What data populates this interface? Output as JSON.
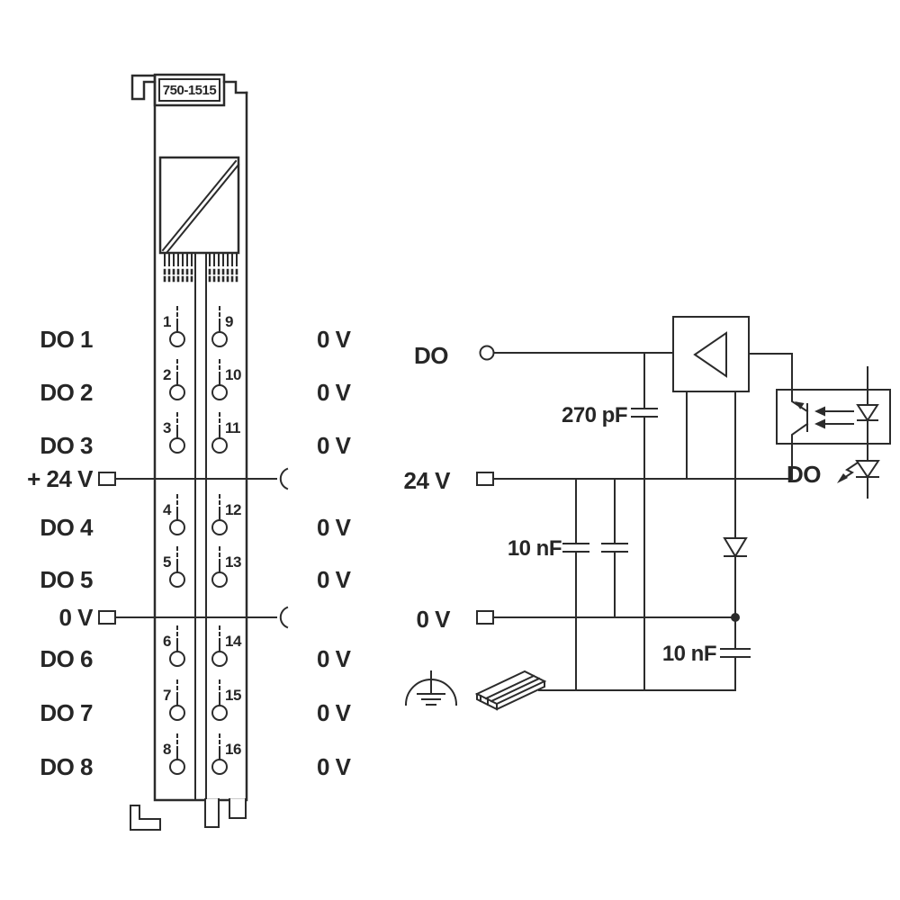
{
  "title": {
    "part_number": "750-1515"
  },
  "module": {
    "channels": [
      {
        "label": "DO 1",
        "left_pin": "1",
        "right_pin": "9",
        "right_label": "0 V"
      },
      {
        "label": "DO 2",
        "left_pin": "2",
        "right_pin": "10",
        "right_label": "0 V"
      },
      {
        "label": "DO 3",
        "left_pin": "3",
        "right_pin": "11",
        "right_label": "0 V"
      },
      {
        "label": "DO 4",
        "left_pin": "4",
        "right_pin": "12",
        "right_label": "0 V"
      },
      {
        "label": "DO 5",
        "left_pin": "5",
        "right_pin": "13",
        "right_label": "0 V"
      },
      {
        "label": "DO 6",
        "left_pin": "6",
        "right_pin": "14",
        "right_label": "0 V"
      },
      {
        "label": "DO 7",
        "left_pin": "7",
        "right_pin": "15",
        "right_label": "0 V"
      },
      {
        "label": "DO 8",
        "left_pin": "8",
        "right_pin": "16",
        "right_label": "0 V"
      }
    ],
    "power": {
      "plus24_label": "+ 24 V",
      "zero_label": "0 V"
    }
  },
  "schematic": {
    "input_label": "DO",
    "supply_label": "24 V",
    "ground_label": "0 V",
    "cap1_label": "270 pF",
    "cap2_label": "10 nF",
    "cap3_label": "10 nF",
    "status_led_label": "DO"
  },
  "colors": {
    "line": "#2b2b2b",
    "background": "#ffffff"
  }
}
